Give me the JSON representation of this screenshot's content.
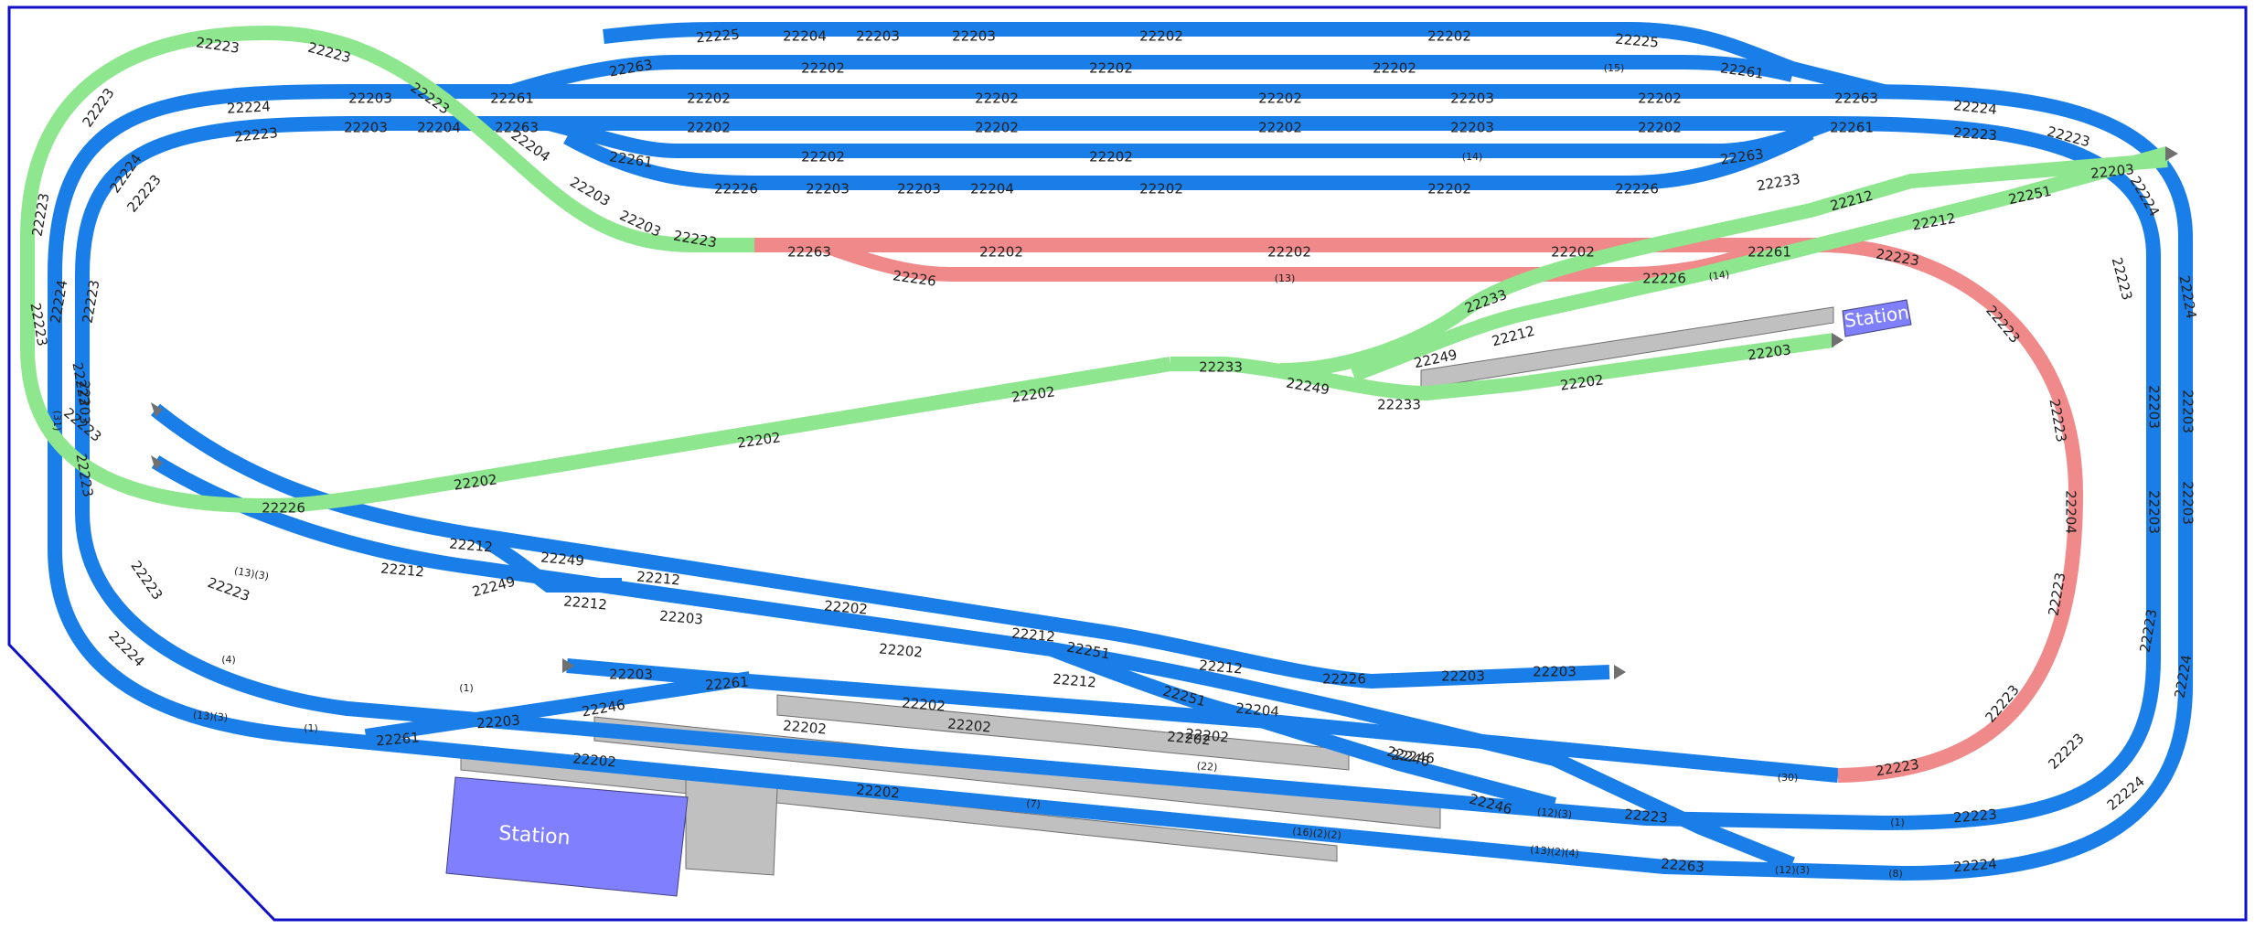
{
  "colors": {
    "blue": "#1a7ee8",
    "green": "#8ee68e",
    "red": "#f08a8a",
    "platform": "#c0c0c0",
    "station": "#8080ff",
    "border": "#1010c8"
  },
  "stations": [
    {
      "label": "Station"
    },
    {
      "label": "Station"
    }
  ],
  "labels": {
    "top_row1": [
      "22225",
      "22204",
      "22203",
      "22203",
      "22202",
      "22202",
      "22225"
    ],
    "top_row2": [
      "22263",
      "22202",
      "22202",
      "22202",
      "(15)",
      "22261"
    ],
    "top_row3": [
      "22224",
      "22203",
      "22261",
      "22202",
      "22202",
      "22202",
      "22203",
      "22202",
      "22263",
      "22224"
    ],
    "top_row4": [
      "22223",
      "22203",
      "22204",
      "22263",
      "22202",
      "22202",
      "22202",
      "22203",
      "22202",
      "22261",
      "22223"
    ],
    "top_row5": [
      "22261",
      "22202",
      "22202",
      "(14)",
      "22263"
    ],
    "top_row6": [
      "22226",
      "22203",
      "22203",
      "22204",
      "22202",
      "22202",
      "22226"
    ],
    "red_row1": [
      "22263",
      "22202",
      "22202",
      "22202",
      "22261",
      "22223"
    ],
    "red_row2": [
      "22226",
      "(13)",
      "22226",
      "(14)"
    ],
    "red_curve": [
      "22223",
      "22223",
      "22204",
      "22223",
      "22223",
      "22223",
      "(30)"
    ],
    "green_top": [
      "22223",
      "22223",
      "22223",
      "22204",
      "22203",
      "22203",
      "22223"
    ],
    "green_left": [
      "22223",
      "22223",
      "22223",
      "22223"
    ],
    "green_mid": [
      "22226",
      "22202",
      "22202",
      "22202",
      "22233",
      "22249",
      "22233"
    ],
    "green_right": [
      "22233",
      "22249",
      "22212",
      "22212",
      "22212",
      "22233",
      "22251",
      "22203",
      "22203",
      "22202"
    ],
    "left_outer": [
      "22224",
      "22224",
      "22223",
      "22223",
      "22224",
      "(31)"
    ],
    "left_inner": [
      "22223",
      "22223",
      "22223",
      "22223",
      "22203"
    ],
    "right_outer": [
      "22224",
      "22224",
      "22203",
      "22203",
      "22224",
      "22224"
    ],
    "right_inner": [
      "22223",
      "22223",
      "22203",
      "22203",
      "22223",
      "22223"
    ],
    "bottom_outer": [
      "22224",
      "(8)",
      "(12)(3)",
      "22263",
      "(16)(2)(2)",
      "(13)(2)(4)",
      "(7)",
      "22202",
      "22202"
    ],
    "bottom_inner": [
      "22223",
      "(1)",
      "22223",
      "(12)(3)",
      "22246",
      "(22)",
      "22202",
      "22202"
    ],
    "mid_sidings": [
      "22212",
      "22249",
      "22212",
      "22249",
      "22212",
      "22212",
      "22203",
      "22202",
      "22202",
      "22212",
      "22251",
      "22212",
      "22212",
      "22226",
      "22203",
      "22203"
    ],
    "lower_sidings": [
      "22203",
      "22261",
      "22246",
      "22203",
      "22261",
      "22202",
      "22202",
      "22202",
      "22251",
      "22204",
      "22246",
      "22246"
    ],
    "lower_left_small": [
      "(13)(3)",
      "(13)(3)",
      "(1)",
      "(1)",
      "(4)"
    ]
  }
}
